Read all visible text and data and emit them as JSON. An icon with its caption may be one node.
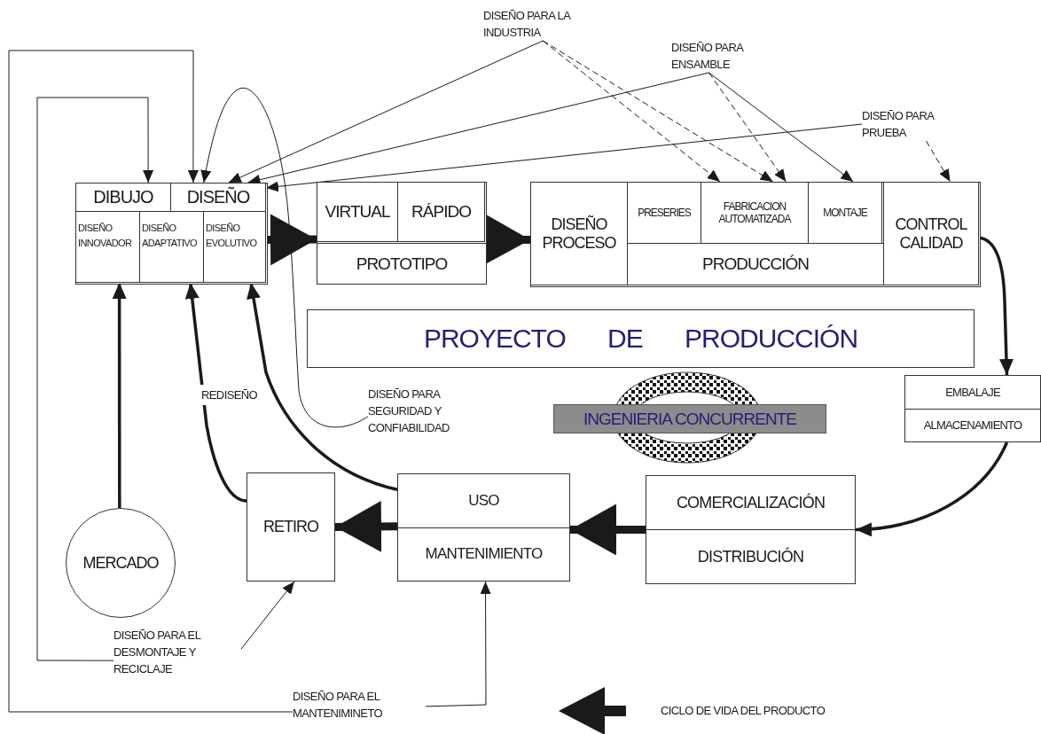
{
  "diagram": {
    "nodes": [
      {
        "text": [],
        "shape": "box"
      },
      {
        "text": [
          "DIBUJO"
        ],
        "in": 0
      },
      {
        "text": [
          "DISEÑO"
        ],
        "in": 0
      },
      {
        "text": [
          "DISEÑO INNOVADOR"
        ],
        "in": 0
      },
      {
        "text": [
          "DISEÑO ADAPTATIVO"
        ],
        "in": 0
      },
      {
        "text": [
          "DISEÑO EVOLUTIVO"
        ],
        "in": 0
      },
      {
        "text": [
          "PROTOTIPO"
        ]
      },
      {
        "text": [
          "VIRTUAL"
        ],
        "in": 6
      },
      {
        "text": [
          "RÁPIDO"
        ],
        "in": 6
      },
      {
        "text": [],
        "shape": "box"
      },
      {
        "text": [
          "DISEÑO PROCESO"
        ],
        "in": 9
      },
      {
        "text": [
          "PRODUCCIÓN"
        ],
        "in": 9
      },
      {
        "text": [
          "PRESERIES"
        ],
        "in": 11
      },
      {
        "text": [
          "FABRICACION AUTOMATIZADA"
        ],
        "in": 11
      },
      {
        "text": [
          "MONTAJE"
        ],
        "in": 11
      },
      {
        "text": [
          "CONTROL CALIDAD"
        ],
        "in": 9
      },
      {
        "text": [
          "PROYECTO DE PRODUCCIÓN"
        ]
      },
      {
        "text": [
          "DISEÑO PARA LA INDUSTRIA"
        ]
      },
      {
        "text": [
          "DISEÑO PARA ENSAMBLE"
        ]
      },
      {
        "text": [
          "DISEÑO PARA PRUEBA"
        ]
      },
      {
        "text": [
          "EMBALAJE",
          "ALMACENAMIENTO"
        ]
      },
      {
        "text": [
          "INGENIERIA CONCURRENTE"
        ]
      },
      {
        "text": [
          "DISEÑO PARA SEGURIDAD Y CONFIABILIDAD"
        ]
      },
      {
        "text": [
          "COMERCIALIZACIÓN",
          "DISTRIBUCIÓN"
        ]
      },
      {
        "text": [
          "USO",
          "MANTENIMIENTO"
        ]
      },
      {
        "text": [
          "RETIRO"
        ]
      },
      {
        "text": [
          "MERCADO"
        ]
      },
      {
        "text": [
          "DISEÑO PARA EL DESMONTAJE Y RECICLAJE"
        ]
      },
      {
        "text": [
          "DISEÑO PARA EL MANTENIMINETO"
        ]
      }
    ],
    "edges": [
      {
        "from": 26,
        "to": 3,
        "arrow": "to",
        "style": "thick"
      },
      {
        "from": 28,
        "to": 2,
        "arrow": "to"
      },
      {
        "from": 27,
        "to": 1,
        "arrow": "to"
      },
      {
        "from": 22,
        "to": 2,
        "arrow": "to"
      },
      {
        "from": 17,
        "to": 2,
        "arrow": "to"
      },
      {
        "from": 18,
        "to": 2,
        "arrow": "to"
      },
      {
        "from": 19,
        "to": 2,
        "arrow": "to"
      },
      {
        "from": 17,
        "to": 13,
        "arrow": "to",
        "style": "dashed"
      },
      {
        "from": 17,
        "to": 13,
        "arrow": "to",
        "style": "dashed"
      },
      {
        "from": 18,
        "to": 13,
        "arrow": "to",
        "style": "dashed"
      },
      {
        "from": 18,
        "to": 14,
        "arrow": "to"
      },
      {
        "from": 19,
        "to": 15,
        "arrow": "to",
        "style": "dashed"
      },
      {
        "from": 0,
        "to": 6,
        "arrow": "to",
        "style": "thick"
      },
      {
        "from": 6,
        "to": 9,
        "arrow": "to",
        "style": "thick"
      },
      {
        "from": 15,
        "to": 20,
        "arrow": "to",
        "style": "thick"
      },
      {
        "from": 20,
        "to": 23,
        "arrow": "to",
        "style": "thick"
      },
      {
        "from": 23,
        "to": 24,
        "arrow": "to",
        "style": "thick"
      },
      {
        "from": 24,
        "to": 25,
        "arrow": "to",
        "style": "thick"
      },
      {
        "from": 25,
        "to": 4,
        "arrow": "to",
        "style": "thick"
      },
      {
        "from": 24,
        "to": 5,
        "arrow": "to",
        "style": "thick"
      },
      {
        "from": 27,
        "to": 25,
        "arrow": "to"
      },
      {
        "from": 28,
        "to": 24,
        "arrow": "to"
      }
    ],
    "labels": [
      "REDISEÑO"
    ],
    "legend": [
      {
        "text": "CICLO DE VIDA DEL PRODUCTO"
      }
    ]
  }
}
